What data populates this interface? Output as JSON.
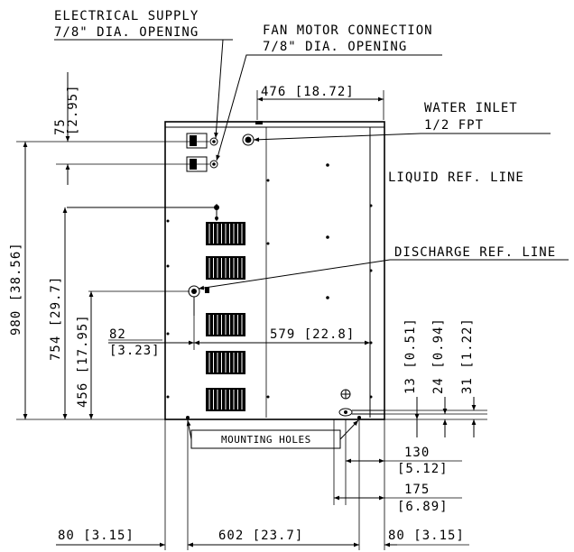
{
  "labels": {
    "electrical_supply": "ELECTRICAL SUPPLY",
    "electrical_opening": "7/8\" DIA. OPENING",
    "fan_motor": "FAN MOTOR CONNECTION",
    "fan_opening": "7/8\" DIA. OPENING",
    "water_inlet": "WATER INLET",
    "water_fpt": "1/2 FPT",
    "liquid_ref": "LIQUID REF. LINE",
    "discharge_ref": "DISCHARGE REF. LINE",
    "mounting_holes": "MOUNTING HOLES"
  },
  "dimensions": {
    "top_width": "476 [18.72]",
    "d75_mm": "75",
    "d75_in": "[2.95]",
    "d980": "980 [38.56]",
    "d754": "754 [29.7]",
    "d456": "456 [17.95]",
    "d82_mm": "82",
    "d82_in": "[3.23]",
    "d579": "579 [22.8]",
    "d13": "13 [0.51]",
    "d24": "24 [0.94]",
    "d31": "31 [1.22]",
    "d130_mm": "130",
    "d130_in": "[5.12]",
    "d175_mm": "175",
    "d175_in": "[6.89]",
    "bottom_left": "80 [3.15]",
    "bottom_center": "602 [23.7]",
    "bottom_right": "80 [3.15]"
  }
}
